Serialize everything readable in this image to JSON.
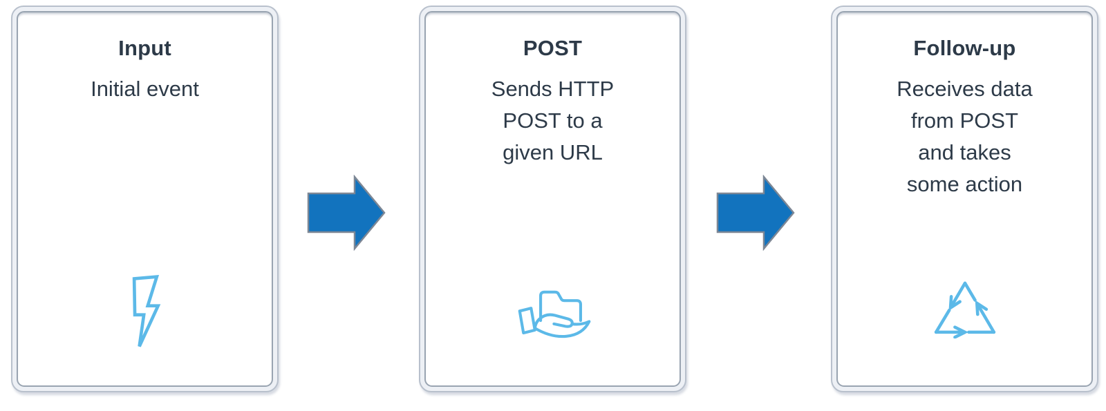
{
  "colors": {
    "icon_blue": "#5cb9e8",
    "arrow_blue": "#1273be",
    "arrow_outline": "#7d8795",
    "text_dark": "#2d3a48",
    "frame_outer": "#b8c0cc",
    "frame_inner": "#99a4b1",
    "frame_band": "#edf0f5"
  },
  "cards": [
    {
      "id": "input",
      "title": "Input",
      "description": "Initial event",
      "icon": "lightning-icon"
    },
    {
      "id": "post",
      "title": "POST",
      "description": "Sends HTTP\nPOST to a\ngiven URL",
      "icon": "folder-hand-icon"
    },
    {
      "id": "followup",
      "title": "Follow-up",
      "description": "Receives data\nfrom POST\nand takes\nsome action",
      "icon": "recycle-icon"
    }
  ],
  "connectors": [
    {
      "type": "right-block-arrow"
    },
    {
      "type": "right-block-arrow"
    }
  ]
}
